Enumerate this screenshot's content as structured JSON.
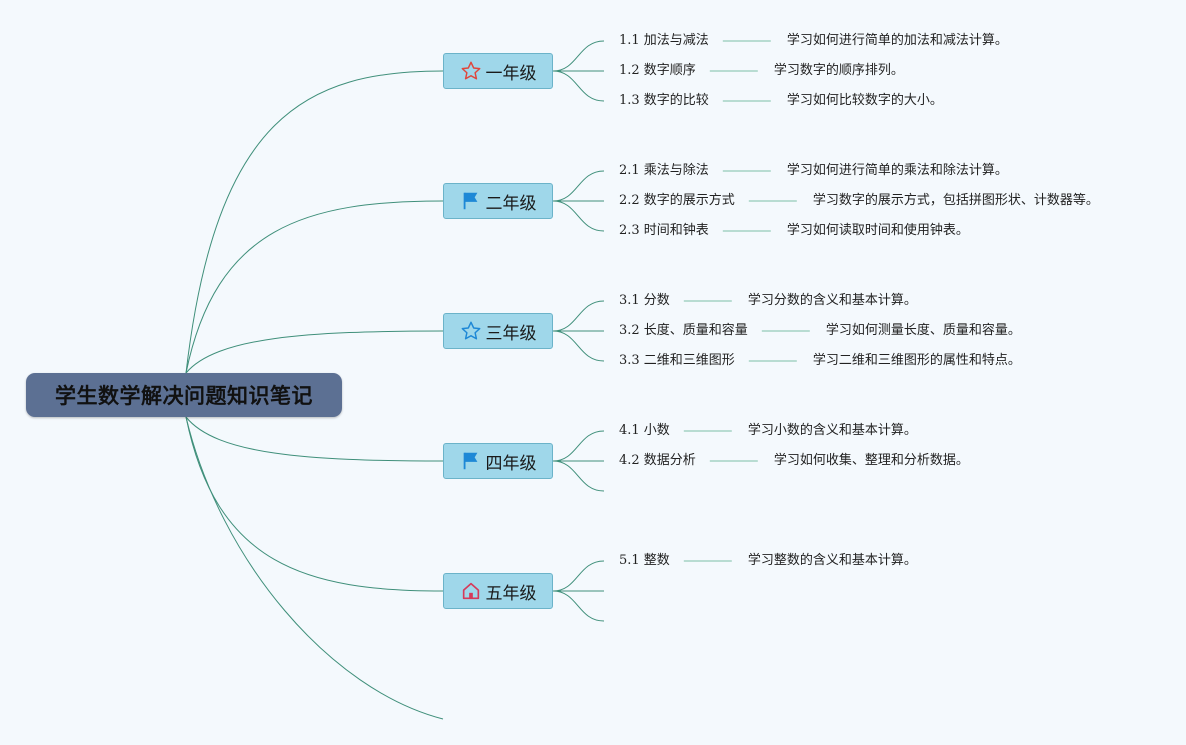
{
  "root": {
    "title": "学生数学解决问题知识笔记"
  },
  "colors": {
    "link": "#3f8f7a",
    "grade_fill": "#9fd7ea",
    "grade_border": "#6bb3c9",
    "root_fill": "#5c7093"
  },
  "grades": [
    {
      "label": "一年级",
      "icon": "star-outline-icon",
      "icon_color": "#e0463b",
      "topics": [
        {
          "label": "1.1 加法与减法",
          "desc": "学习如何进行简单的加法和减法计算。"
        },
        {
          "label": "1.2 数字顺序",
          "desc": "学习数字的顺序排列。"
        },
        {
          "label": "1.3 数字的比较",
          "desc": "学习如何比较数字的大小。"
        }
      ]
    },
    {
      "label": "二年级",
      "icon": "flag-icon",
      "icon_color": "#1e88d6",
      "topics": [
        {
          "label": "2.1 乘法与除法",
          "desc": "学习如何进行简单的乘法和除法计算。"
        },
        {
          "label": "2.2 数字的展示方式",
          "desc": "学习数字的展示方式，包括拼图形状、计数器等。"
        },
        {
          "label": "2.3 时间和钟表",
          "desc": "学习如何读取时间和使用钟表。"
        }
      ]
    },
    {
      "label": "三年级",
      "icon": "star-outline-icon",
      "icon_color": "#1e88d6",
      "topics": [
        {
          "label": "3.1 分数",
          "desc": "学习分数的含义和基本计算。"
        },
        {
          "label": "3.2 长度、质量和容量",
          "desc": "学习如何测量长度、质量和容量。"
        },
        {
          "label": "3.3 二维和三维图形",
          "desc": "学习二维和三维图形的属性和特点。"
        }
      ]
    },
    {
      "label": "四年级",
      "icon": "flag-icon",
      "icon_color": "#1e88d6",
      "topics": [
        {
          "label": "4.1 小数",
          "desc": "学习小数的含义和基本计算。"
        },
        {
          "label": "4.2 数据分析",
          "desc": "学习如何收集、整理和分析数据。"
        },
        {
          "label": "",
          "desc": ""
        }
      ]
    },
    {
      "label": "五年级",
      "icon": "home-icon",
      "icon_color": "#d63a5a",
      "topics": [
        {
          "label": "5.1 整数",
          "desc": "学习整数的含义和基本计算。"
        },
        {
          "label": "",
          "desc": ""
        },
        {
          "label": "",
          "desc": ""
        }
      ]
    }
  ]
}
